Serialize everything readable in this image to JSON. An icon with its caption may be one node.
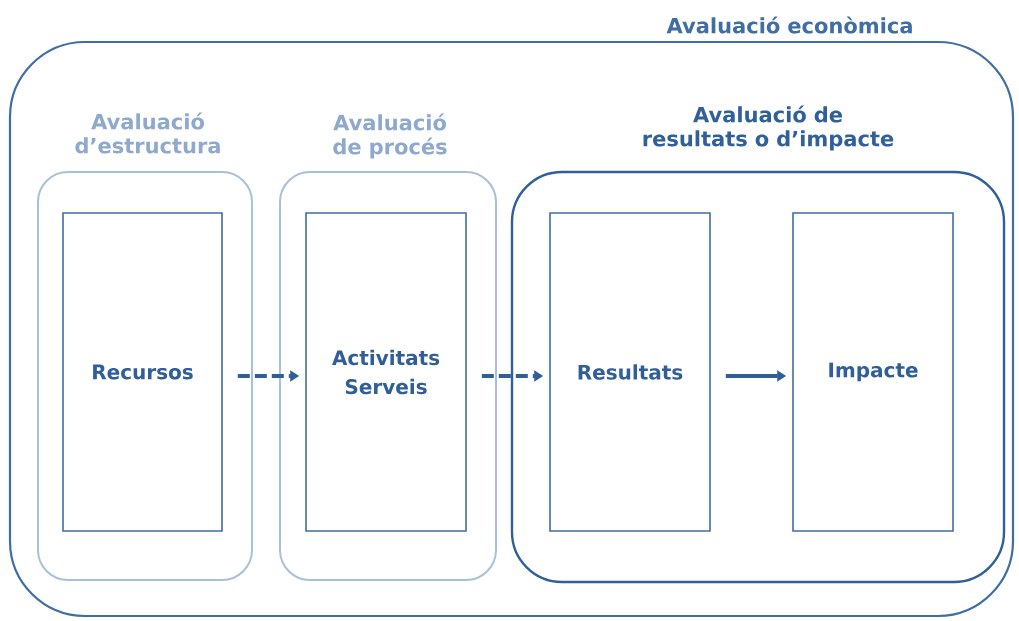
{
  "diagram": {
    "nodes": [
      {
        "text": [
          "Avaluació econòmica"
        ]
      },
      {
        "text": [
          "Avaluació d’estructura"
        ],
        "in": 0
      },
      {
        "text": [
          "Recursos"
        ],
        "in": 1
      },
      {
        "text": [
          "Avaluació de procés"
        ],
        "in": 0
      },
      {
        "text": [
          "Activitats Serveis"
        ],
        "in": 3
      },
      {
        "text": [
          "Avaluació de resultats o d’impacte"
        ],
        "in": 0
      },
      {
        "text": [
          "Resultats"
        ],
        "in": 5
      },
      {
        "text": [
          "Impacte"
        ],
        "in": 5
      }
    ],
    "edges": [
      {
        "from": 2,
        "to": 4,
        "arrow": "to",
        "style": "dashed"
      },
      {
        "from": 4,
        "to": 6,
        "arrow": "to",
        "style": "dashed"
      },
      {
        "from": 6,
        "to": 7,
        "arrow": "to"
      }
    ]
  }
}
